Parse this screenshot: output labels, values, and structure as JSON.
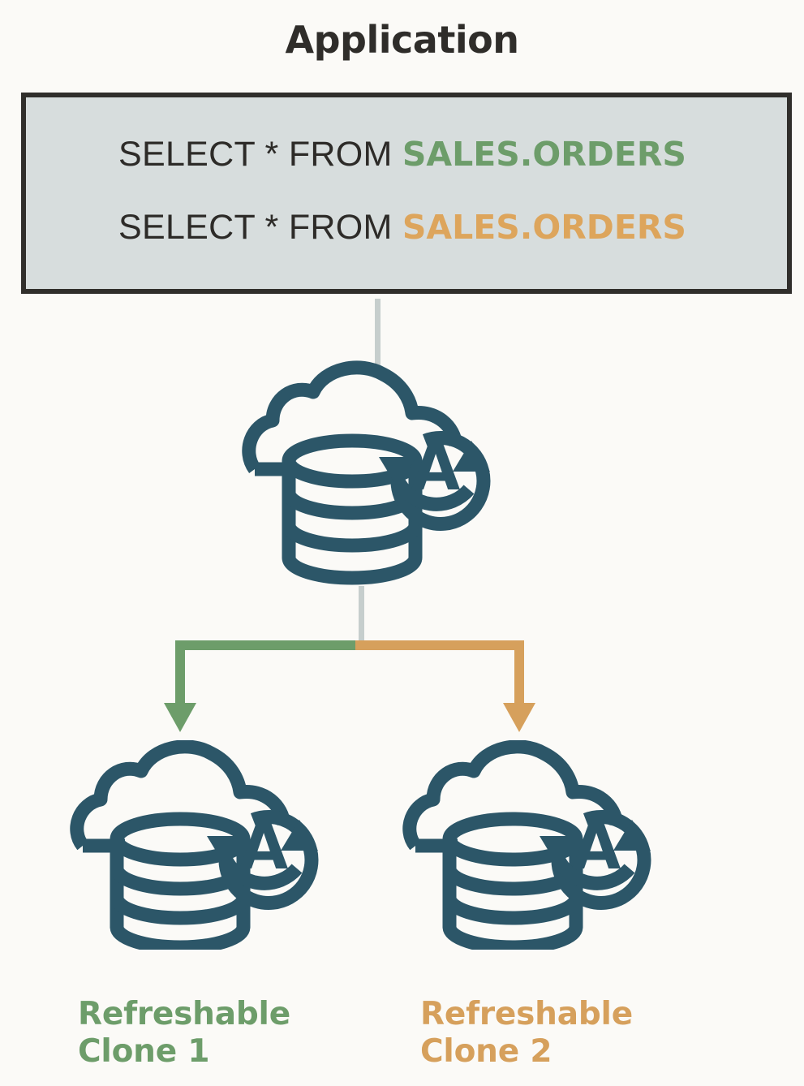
{
  "page": {
    "background_color": "#fbfaf7",
    "title": "Application"
  },
  "colors": {
    "text_dark": "#2d2b28",
    "box_fill": "#d7dddd",
    "box_border": "#302e2b",
    "green": "#6d9d6a",
    "orange": "#d6a05c",
    "teal": "#2c5668",
    "gray_line": "#c6cecd"
  },
  "application_box": {
    "sql_statements": [
      {
        "prefix": "SELECT * FROM ",
        "table": "SALES.ORDERS",
        "table_color": "#6d9d6a"
      },
      {
        "prefix": "SELECT * FROM ",
        "table": "SALES.ORDERS",
        "table_color": "#dda55c"
      }
    ]
  },
  "nodes": {
    "primary": {
      "icon": "autonomous-database-icon",
      "label": ""
    },
    "clones": [
      {
        "icon": "autonomous-database-icon",
        "label_line1": "Refreshable",
        "label_line2": "Clone 1",
        "color": "#6d9d6a"
      },
      {
        "icon": "autonomous-database-icon",
        "label_line1": "Refreshable",
        "label_line2": "Clone 2",
        "color": "#d6a05c"
      }
    ]
  },
  "connectors": {
    "top": {
      "type": "line",
      "color": "#c6cecd"
    },
    "middle": {
      "type": "line",
      "color": "#c6cecd"
    },
    "branch_left": {
      "type": "arrow",
      "color": "#6d9d6a"
    },
    "branch_right": {
      "type": "arrow",
      "color": "#d6a05c"
    }
  }
}
